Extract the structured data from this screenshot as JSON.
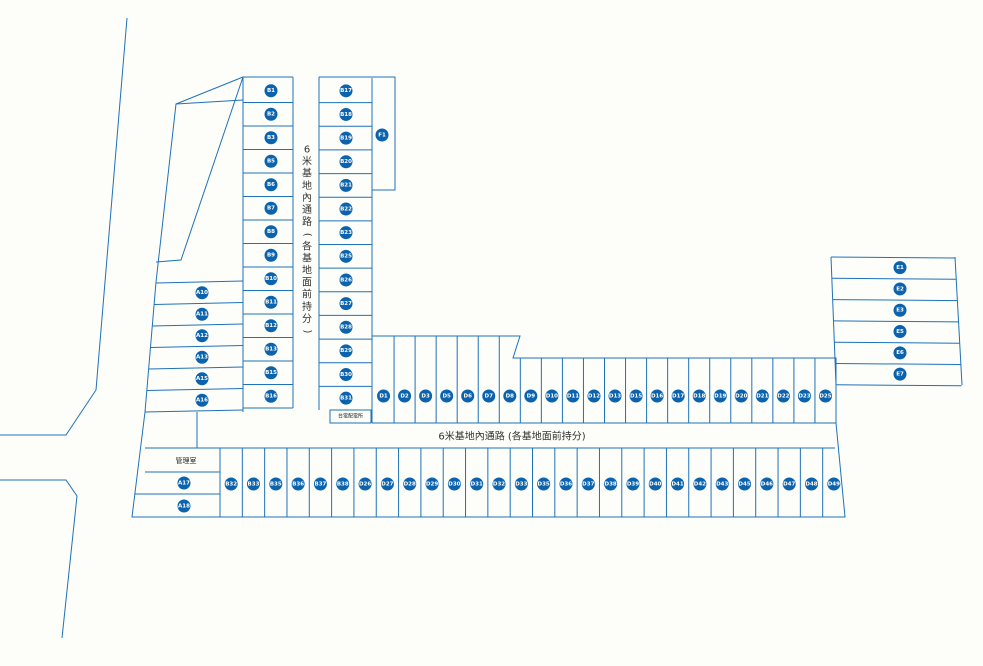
{
  "colors": {
    "outline": "#1e72b8",
    "badge": "#0b63ae",
    "background": "#fdfdf9"
  },
  "labels": {
    "road_vertical": "6米基地內通路(各基地面前持分)",
    "road_horizontal": "6米基地內通路 (各基地面前持分)",
    "office": "管理室",
    "transformer": "台電配電所"
  },
  "lots": {
    "A": [
      "A10",
      "A11",
      "A12",
      "A13",
      "A15",
      "A16"
    ],
    "A_office": [
      "A17",
      "A18"
    ],
    "B_left": [
      "B1",
      "B2",
      "B3",
      "B5",
      "B6",
      "B7",
      "B8",
      "B9",
      "B10",
      "B11",
      "B12",
      "B13",
      "B15",
      "B16"
    ],
    "B_right": [
      "B17",
      "B18",
      "B19",
      "B20",
      "B21",
      "B22",
      "B23",
      "B25",
      "B26",
      "B27",
      "B28",
      "B29",
      "B30",
      "B31"
    ],
    "F": [
      "F1"
    ],
    "D_top": [
      "D1",
      "D2",
      "D3",
      "D5",
      "D6",
      "D7",
      "D8",
      "D9",
      "D10",
      "D11",
      "D12",
      "D13",
      "D15",
      "D16",
      "D17",
      "D18",
      "D19",
      "D20",
      "D21",
      "D22",
      "D23",
      "D25"
    ],
    "D_bottom": [
      "B32",
      "B33",
      "B35",
      "B36",
      "B37",
      "B38",
      "D26",
      "D27",
      "D28",
      "D29",
      "D30",
      "D31",
      "D32",
      "D33",
      "D35",
      "D36",
      "D37",
      "D38",
      "D39",
      "D40",
      "D41",
      "D42",
      "D43",
      "D45",
      "D46",
      "D47",
      "D48",
      "D49"
    ],
    "E": [
      "E1",
      "E2",
      "E3",
      "E5",
      "E6",
      "E7"
    ]
  }
}
